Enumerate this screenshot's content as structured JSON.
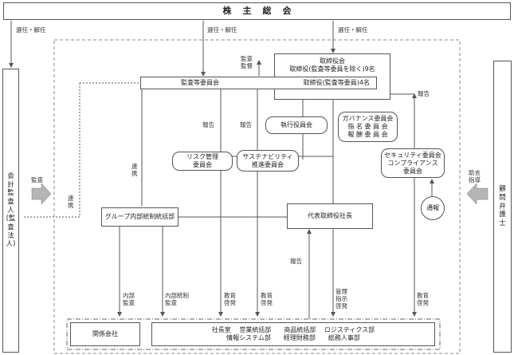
{
  "nodes": {
    "shareholders": "株主総会",
    "board": "取締役会\n取締役(監査等委員を除く)9名",
    "audit_committee": "監査等委員会",
    "audit_directors": "取締役(監査等委員)4名",
    "executive_committee": "執行役員会",
    "governance": "ガバナンス委員会\n指 名 委 員 会\n報 酬 委 員 会",
    "risk": "リスク管理\n委員会",
    "sustainability": "サステナビリティ\n推進委員会",
    "security": "セキュリティ委員会\nコンプライアンス\n委員会",
    "group_internal": "グループ内部統制統括部",
    "president": "代表取締役社長",
    "report_circle": "通報",
    "accounting_auditor": "会計監査人(監査法人)",
    "legal_counsel": "顧問弁護士",
    "affiliates": "関係会社",
    "departments": "社長室　 営業統括部　　商品統括部　 ロジスティクス部\n情報システム部　　経理財務部　　総務人事部"
  },
  "labels": {
    "elect_left": "選任・解任",
    "elect_mid": "選任・解任",
    "elect_right": "選任・解任",
    "audit_supervise": "監査\n監督",
    "report_a": "報告",
    "report_b": "報告",
    "report_c": "報告",
    "report_d": "報告",
    "audit_arrow": "監査",
    "liaison_a": "連\n携",
    "liaison_b": "連\n携",
    "advice": "助言\n指導",
    "internal_audit": "内部\n監査",
    "internal_control_audit": "内部統制\n監査",
    "edu_a": "教育\n啓発",
    "edu_b": "教育\n啓発",
    "mgmt_instruction": "管理\n指示\n啓発",
    "edu_c": "教育\n啓発"
  },
  "colors": {
    "line": "#555555",
    "arrow_fill": "#b5b5b5",
    "dashed": "#888888"
  }
}
